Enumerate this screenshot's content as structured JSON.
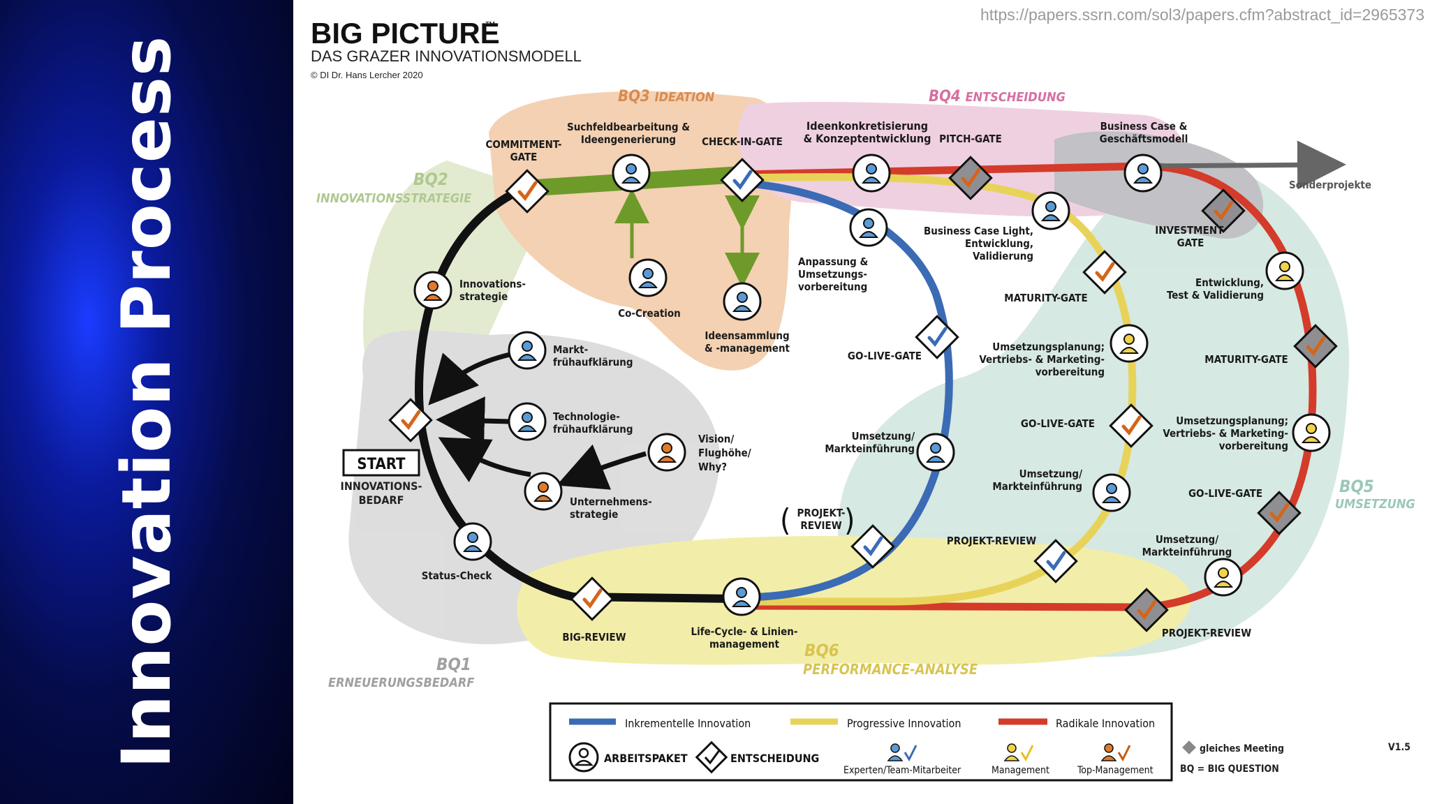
{
  "sidebar": {
    "title": "Innovation Process"
  },
  "source_url": "https://papers.ssrn.com/sol3/papers.cfm?abstract_id=2965373",
  "header": {
    "title": "BIG PICTURE",
    "trademark": "™",
    "subtitle": "DAS GRAZER INNOVATIONSMODELL",
    "copyright": "© DI Dr. Hans Lercher 2020"
  },
  "zones": {
    "bq1": {
      "code": "BQ1",
      "name": "ERNEUERUNGSBEDARF"
    },
    "bq2": {
      "code": "BQ2",
      "name": "INNOVATIONSSTRATEGIE"
    },
    "bq3": {
      "code": "BQ3",
      "name": "IDEATION"
    },
    "bq4": {
      "code": "BQ4",
      "name": "ENTSCHEIDUNG"
    },
    "bq5": {
      "code": "BQ5",
      "name": "UMSETZUNG"
    },
    "bq6": {
      "code": "BQ6",
      "name": "PERFORMANCE-ANALYSE"
    }
  },
  "start": {
    "label": "START",
    "sub1": "INNOVATIONS-",
    "sub2": "BEDARF"
  },
  "labels": {
    "commitment_gate": [
      "COMMITMENT-",
      "GATE"
    ],
    "suchfeld": [
      "Suchfeldbearbeitung &",
      "Ideengenerierung"
    ],
    "check_in_gate": [
      "CHECK-IN-GATE"
    ],
    "ideenkonkret": [
      "Ideenkonkretisierung",
      "& Konzeptentwicklung"
    ],
    "pitch_gate": [
      "PITCH-GATE"
    ],
    "business_case": [
      "Business Case &",
      "Geschäftsmodell"
    ],
    "sonderprojekte": [
      "Sonderprojekte"
    ],
    "investment_gate": [
      "INVESTMENT-",
      "GATE"
    ],
    "business_case_light": [
      "Business Case Light,",
      "Entwicklung,",
      "Validierung"
    ],
    "anpassung": [
      "Anpassung &",
      "Umsetzungs-",
      "vorbereitung"
    ],
    "co_creation": [
      "Co-Creation"
    ],
    "ideensammlung": [
      "Ideensammlung",
      "& -management"
    ],
    "innovationsstrategie": [
      "Innovations-",
      "strategie"
    ],
    "marktfrueh": [
      "Markt-",
      "frühaufklärung"
    ],
    "technologiefrueh": [
      "Technologie-",
      "frühaufklärung"
    ],
    "vision": [
      "Vision/",
      "Flughöhe/",
      "Why?"
    ],
    "unternehmensstrategie": [
      "Unternehmens-",
      "strategie"
    ],
    "status_check": [
      "Status-Check"
    ],
    "big_review": [
      "BIG-REVIEW"
    ],
    "lifecycle": [
      "Life-Cycle- & Linien-",
      "management"
    ],
    "maturity_gate_y": [
      "MATURITY-GATE"
    ],
    "go_live_gate_b": [
      "GO-LIVE-GATE"
    ],
    "umsetzungsplanung_y": [
      "Umsetzungsplanung;",
      "Vertriebs- & Marketing-",
      "vorbereitung"
    ],
    "entwicklung_r": [
      "Entwicklung,",
      "Test & Validierung"
    ],
    "maturity_gate_r": [
      "MATURITY-GATE"
    ],
    "umsetzung_b": [
      "Umsetzung/",
      "Markteinführung"
    ],
    "go_live_gate_y": [
      "GO-LIVE-GATE"
    ],
    "umsetzungsplanung_r": [
      "Umsetzungsplanung;",
      "Vertriebs- & Marketing-",
      "vorbereitung"
    ],
    "umsetzung_y": [
      "Umsetzung/",
      "Markteinführung"
    ],
    "go_live_gate_r": [
      "GO-LIVE-GATE"
    ],
    "projekt_review_b": [
      "PROJEKT-",
      "REVIEW"
    ],
    "projekt_review_y": [
      "PROJEKT-REVIEW"
    ],
    "umsetzung_r": [
      "Umsetzung/",
      "Markteinführung"
    ],
    "projekt_review_r": [
      "PROJEKT-REVIEW"
    ]
  },
  "legend": {
    "inkrementell": "Inkrementelle Innovation",
    "progressiv": "Progressive Innovation",
    "radikal": "Radikale Innovation",
    "arbeitspaket": "ARBEITSPAKET",
    "entscheidung": "ENTSCHEIDUNG",
    "experten": "Experten/Team-Mitarbeiter",
    "management": "Management",
    "top_management": "Top-Management",
    "gleiches_meeting": "gleiches Meeting",
    "bq_def": "BQ = BIG QUESTION",
    "version": "V1.5"
  },
  "colors": {
    "incremental": "#3b6bb5",
    "progressive": "#e8d35a",
    "radical": "#d43b2a",
    "main_track": "#111111",
    "ideation_track": "#6e9a2a",
    "bq1": "#d8d8d8",
    "bq2": "#dde8c8",
    "bq3": "#f1c9a5",
    "bq4": "#edc8dc",
    "bq5": "#cfe5dd",
    "bq6": "#f0ec9c",
    "gray_zone": "#b7b7bd"
  }
}
